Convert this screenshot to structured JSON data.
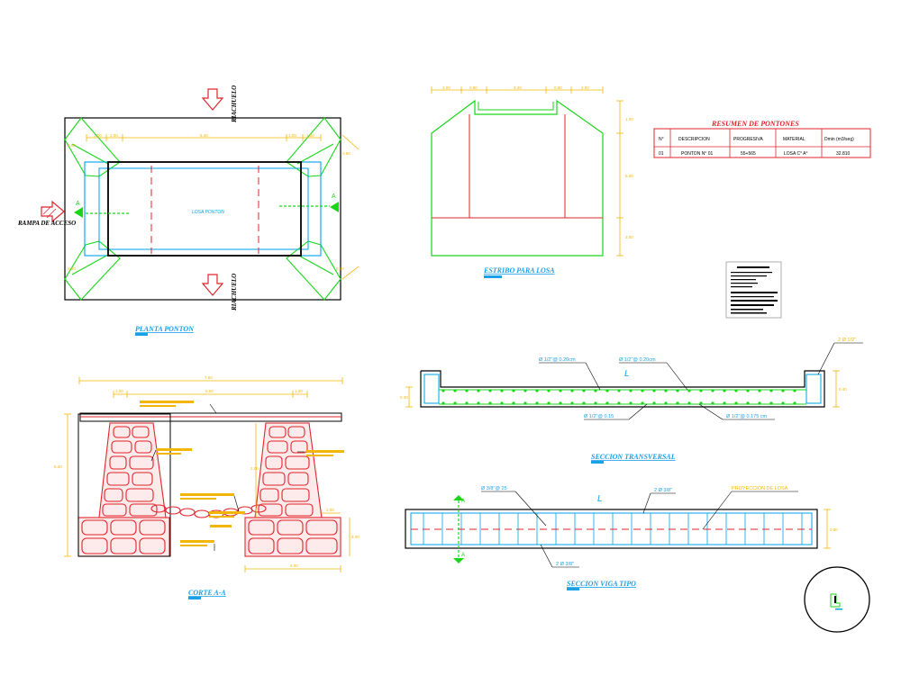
{
  "colors": {
    "line": "#000000",
    "green": "#19d619",
    "blue": "#00a2e8",
    "red": "#e0242b",
    "yellow": "#f2b705",
    "cyan": "#1aa0e6",
    "title": "#1aa0e6"
  },
  "planta": {
    "title": "PLANTA PONTON",
    "riachuelo_top": "RIACHUELO",
    "riachuelo_bottom": "RIACHUELO",
    "rampa": "RAMPA DE ACCESO",
    "losa": "LOSA PONTON",
    "section_mark": "A",
    "dims_top": [
      "1.00",
      "1.00",
      "6.40",
      "1.00",
      "1.00"
    ],
    "dims_side": [
      "0.80",
      "0.80"
    ]
  },
  "estribo": {
    "title": "ESTRIBO PARA LOSA",
    "dims_top": [
      "2.00",
      "0.80",
      "3.40",
      "0.80",
      "2.00"
    ],
    "dims_right": [
      "1.00",
      "6.00",
      "2.00"
    ]
  },
  "resumen": {
    "title": "RESUMEN DE PONTONES",
    "headers": [
      "N°",
      "DESCRIPCION",
      "PROGRESIVA",
      "MATERIAL",
      "Dmin (m3/seg)"
    ],
    "rows": [
      [
        "01",
        "PONTON N° 01",
        "55+565",
        "LOSA C° A°",
        "32.810"
      ]
    ]
  },
  "corte": {
    "title": "CORTE A-A",
    "dims_top": [
      "7.60",
      "1.00",
      "5.00",
      "1.00"
    ],
    "dims_side": [
      "6.40",
      "2.00",
      "1.00",
      "3.00",
      "4.00"
    ]
  },
  "seccion_transversal": {
    "title": "SECCION TRANSVERSAL",
    "span_label": "L",
    "labels": [
      "Ø 1/2\"@ 0.20cm",
      "Ø 1/2\"@ 0.20cm",
      "Ø 1/2\"@ 0.15",
      "Ø 1/2\"@ 0.175 cm",
      "2 Ø 1/2\""
    ],
    "dims": [
      "0.40",
      "0.40"
    ]
  },
  "seccion_viga": {
    "title": "SECCION VIGA TIPO",
    "span_label": "L",
    "labels": [
      "Ø 3/8\"@ 25",
      "2 Ø 3/8\"",
      "PROYECCION DE LOSA",
      "2 Ø 3/8\""
    ],
    "section_mark": "A",
    "dims": [
      "0.80"
    ]
  }
}
